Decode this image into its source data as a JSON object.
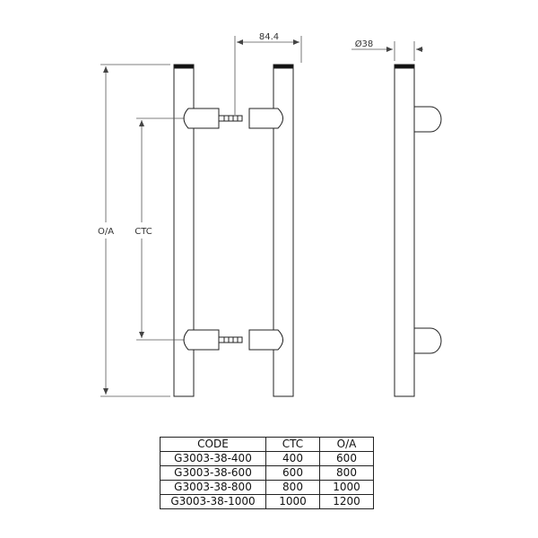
{
  "dimensions": {
    "spacing": "84.4",
    "diameter": "Ø38",
    "overall": "O/A",
    "centres": "CTC"
  },
  "table": {
    "headers": [
      "CODE",
      "CTC",
      "O/A"
    ],
    "rows": [
      [
        "G3003-38-400",
        "400",
        "600"
      ],
      [
        "G3003-38-600",
        "600",
        "800"
      ],
      [
        "G3003-38-800",
        "800",
        "1000"
      ],
      [
        "G3003-38-1000",
        "1000",
        "1200"
      ]
    ]
  }
}
